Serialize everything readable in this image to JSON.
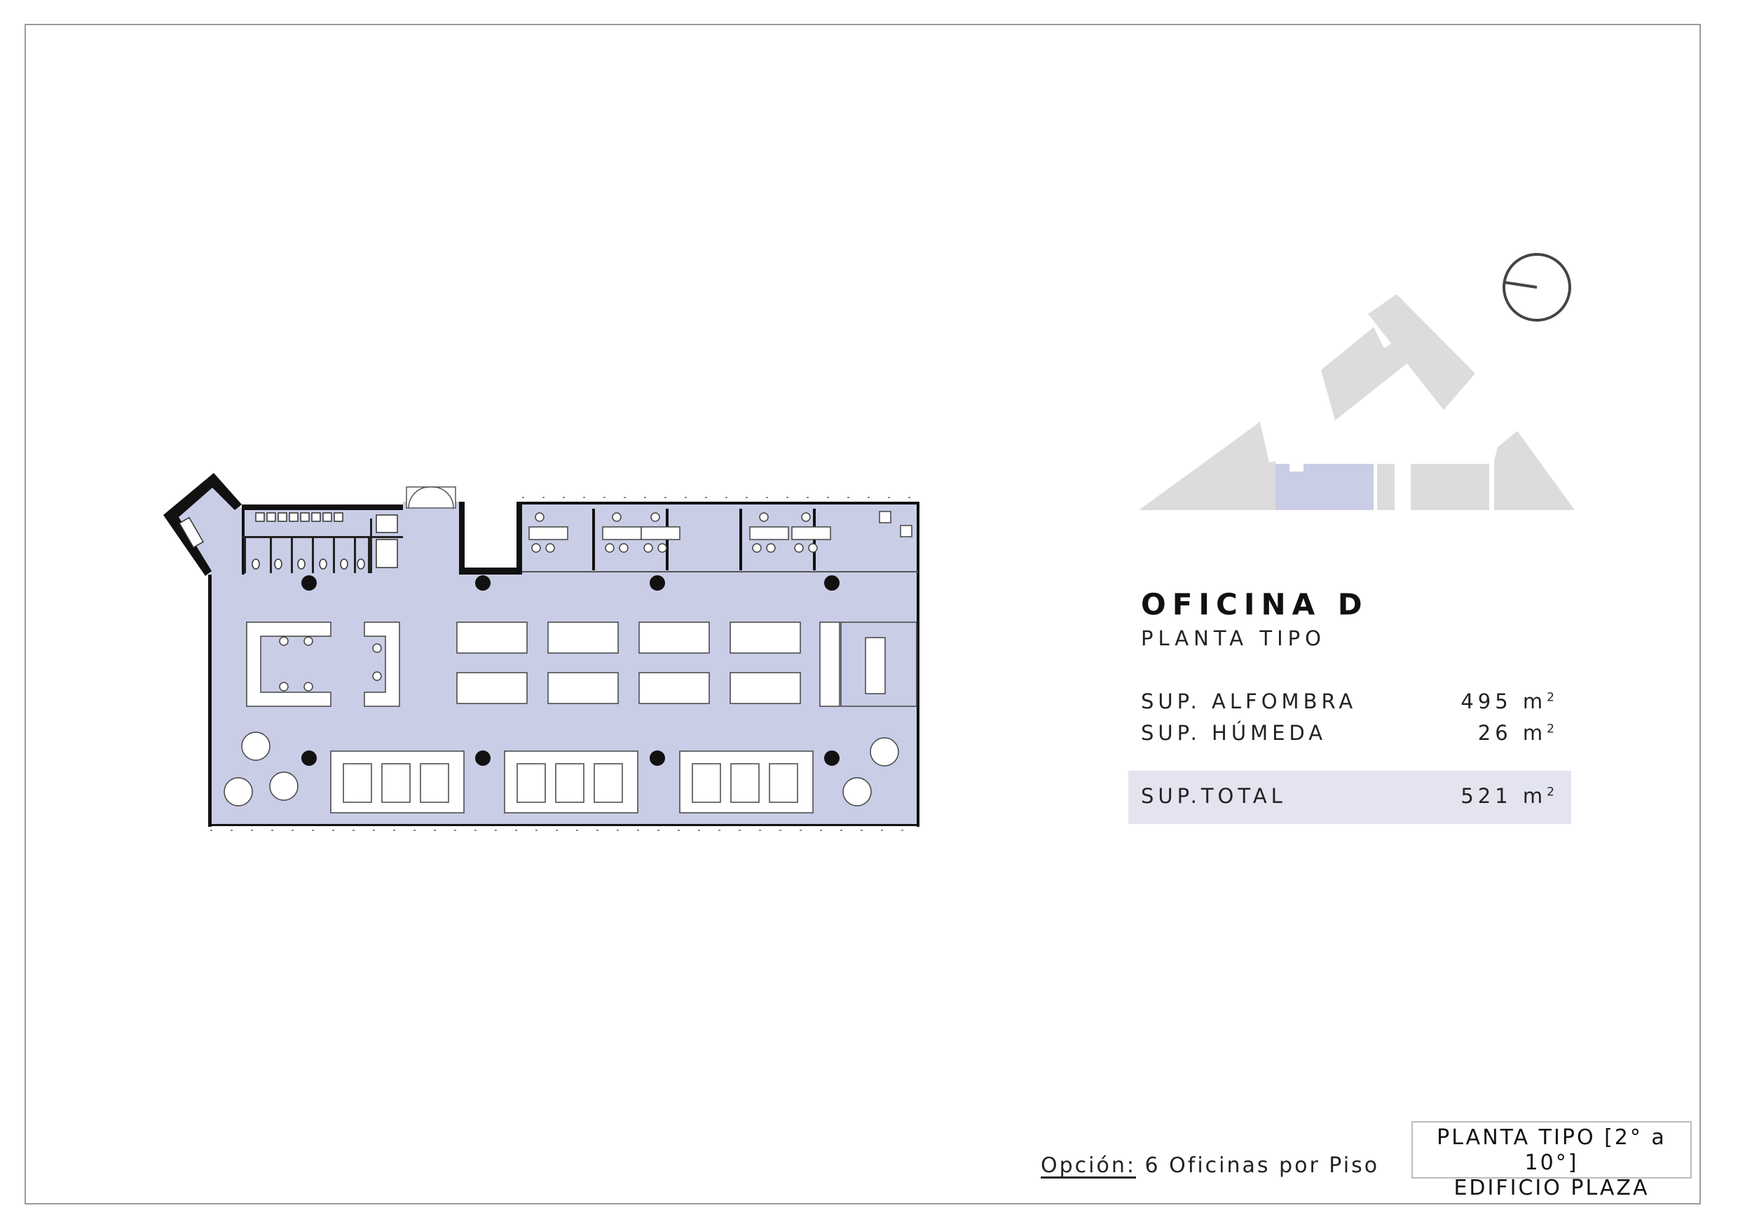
{
  "office": {
    "title": "OFICINA D",
    "subtitle": "PLANTA TIPO"
  },
  "areas": [
    {
      "label": "SUP. ALFOMBRA",
      "value": "495",
      "unit": "m",
      "unit_sup": "2"
    },
    {
      "label": "SUP. HÚMEDA",
      "value": "26",
      "unit": "m",
      "unit_sup": "2"
    }
  ],
  "total": {
    "label": "SUP.TOTAL",
    "value": "521",
    "unit": "m",
    "unit_sup": "2"
  },
  "option": {
    "label": "Opción:",
    "text": "6 Oficinas por Piso"
  },
  "building_box": {
    "line1": "PLANTA TIPO [2° a 10°]",
    "line2": "EDIFICIO PLAZA"
  },
  "colors": {
    "floor_fill": "#c9cde6",
    "wall": "#111111",
    "site_block": "#dcdcdc",
    "site_highlight": "#c9cde6",
    "total_band": "#e3e4f0"
  },
  "icons": {
    "north": "compass-icon"
  }
}
